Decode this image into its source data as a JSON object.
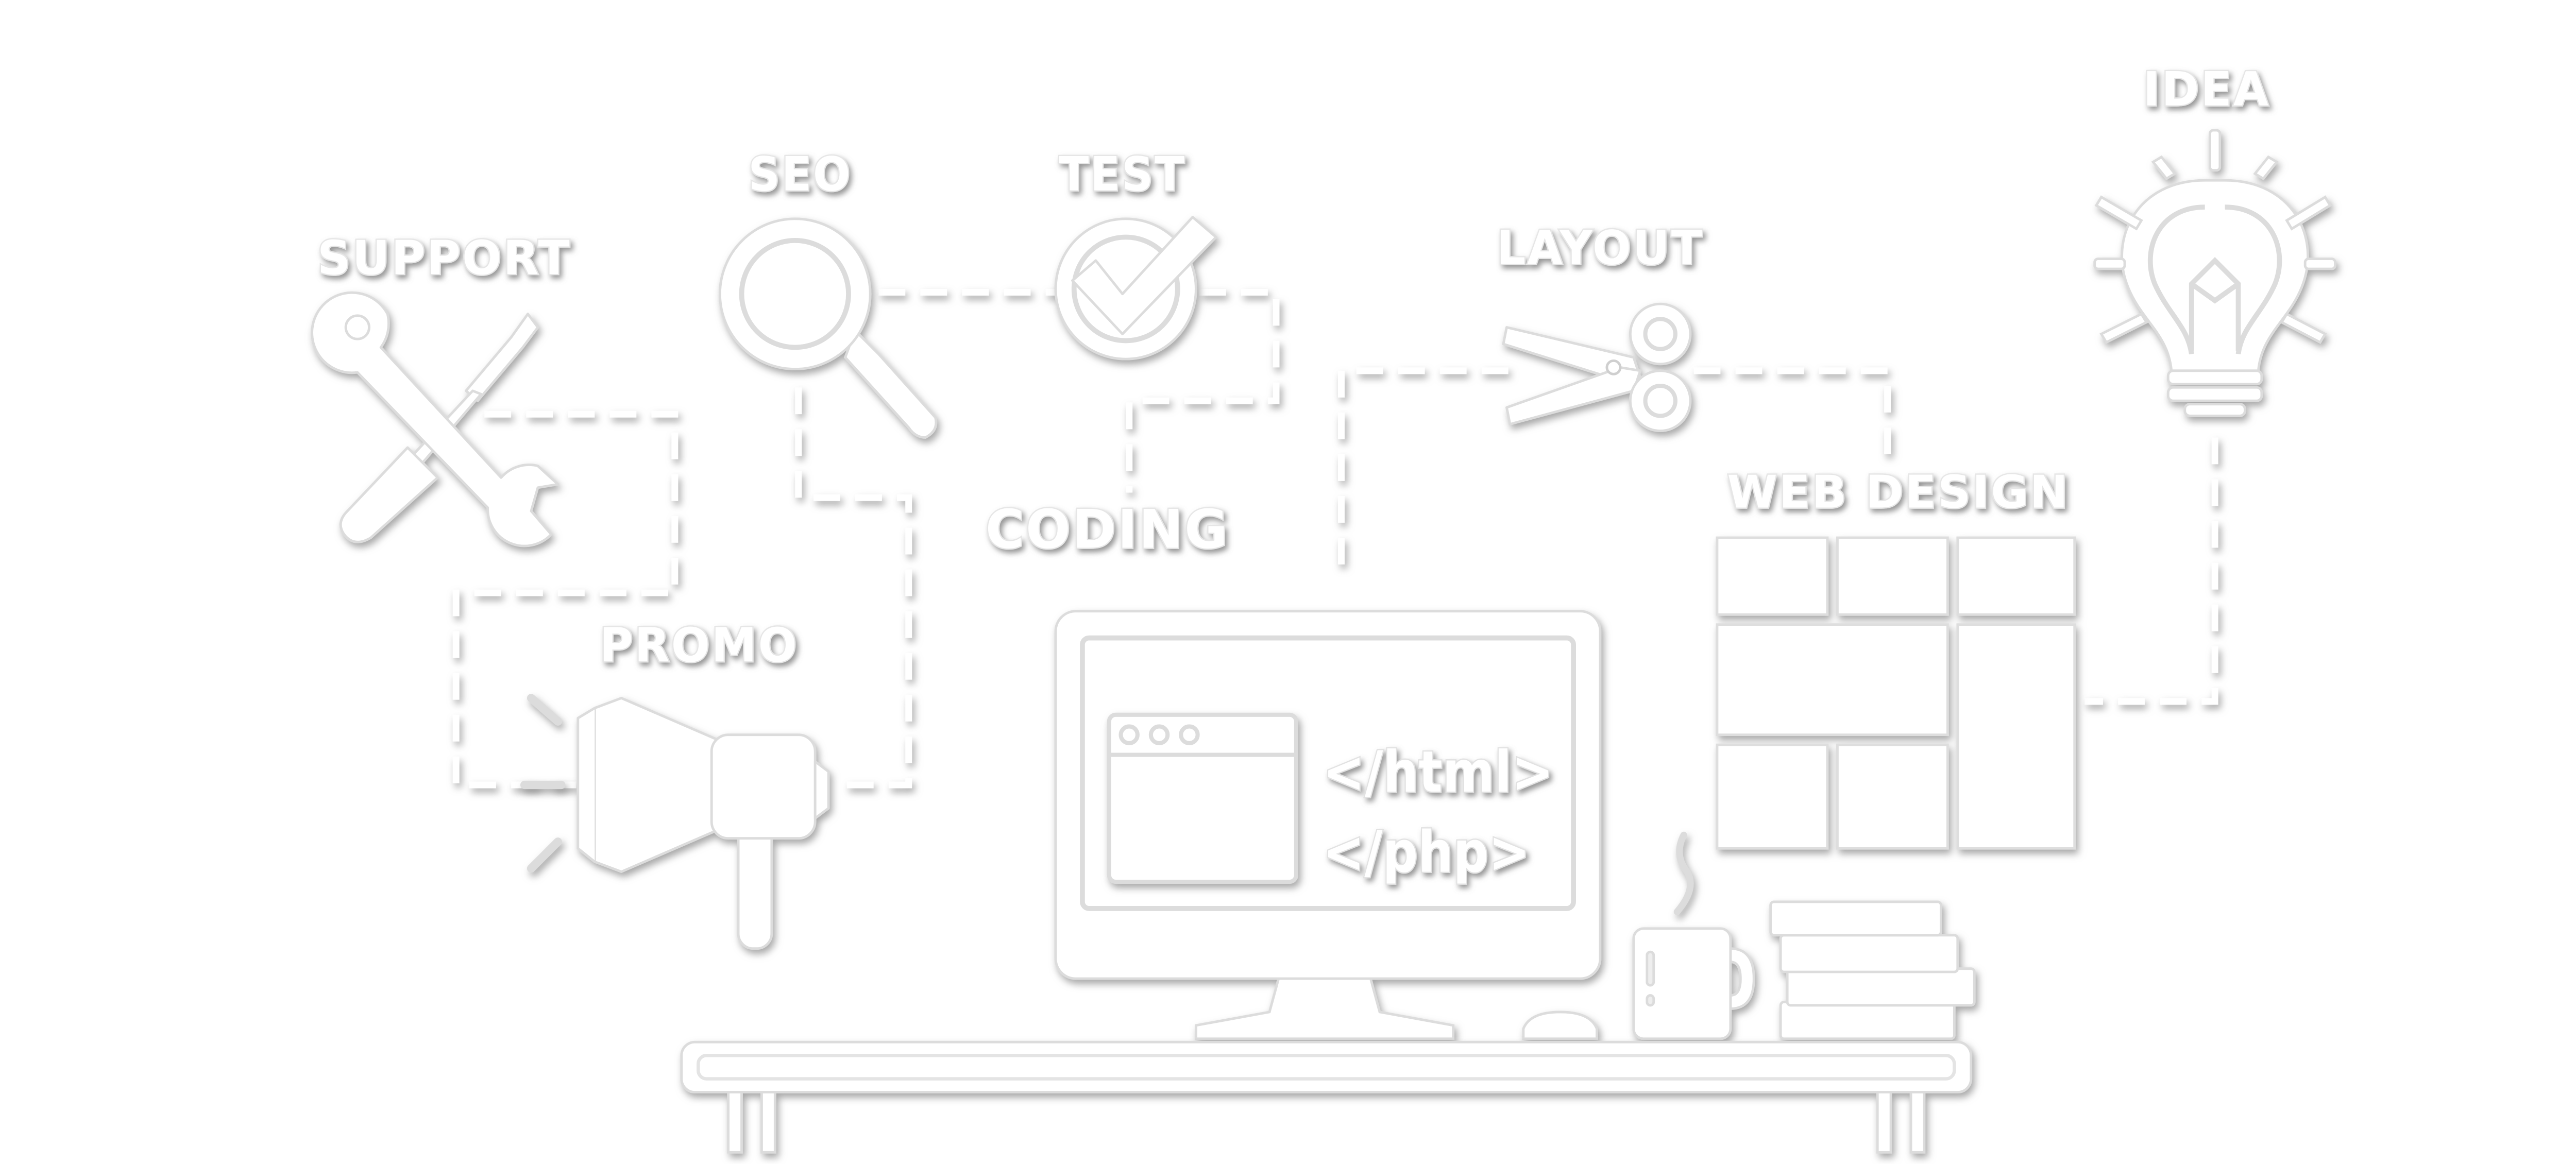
{
  "labels": {
    "support": "SUPPORT",
    "seo": "SEO",
    "test": "TEST",
    "layout": "LAYOUT",
    "idea": "IDEA",
    "coding": "CODING",
    "web_design": "WEB DESIGN",
    "promo": "PROMO"
  },
  "screen": {
    "code_line_1": "</html>",
    "code_line_2": "</php>"
  },
  "icons": [
    "tools-icon",
    "magnifier-icon",
    "checkmark-icon",
    "scissors-icon",
    "lightbulb-icon",
    "megaphone-icon",
    "monitor-icon",
    "browser-window-icon",
    "coffee-mug-icon",
    "books-icon",
    "desk-icon",
    "grid-layout-icon"
  ],
  "colors": {
    "background": "#ffffff",
    "icon_fill": "#ffffff",
    "icon_outline": "#e4e4e4",
    "shadow": "#9a9a9a"
  }
}
